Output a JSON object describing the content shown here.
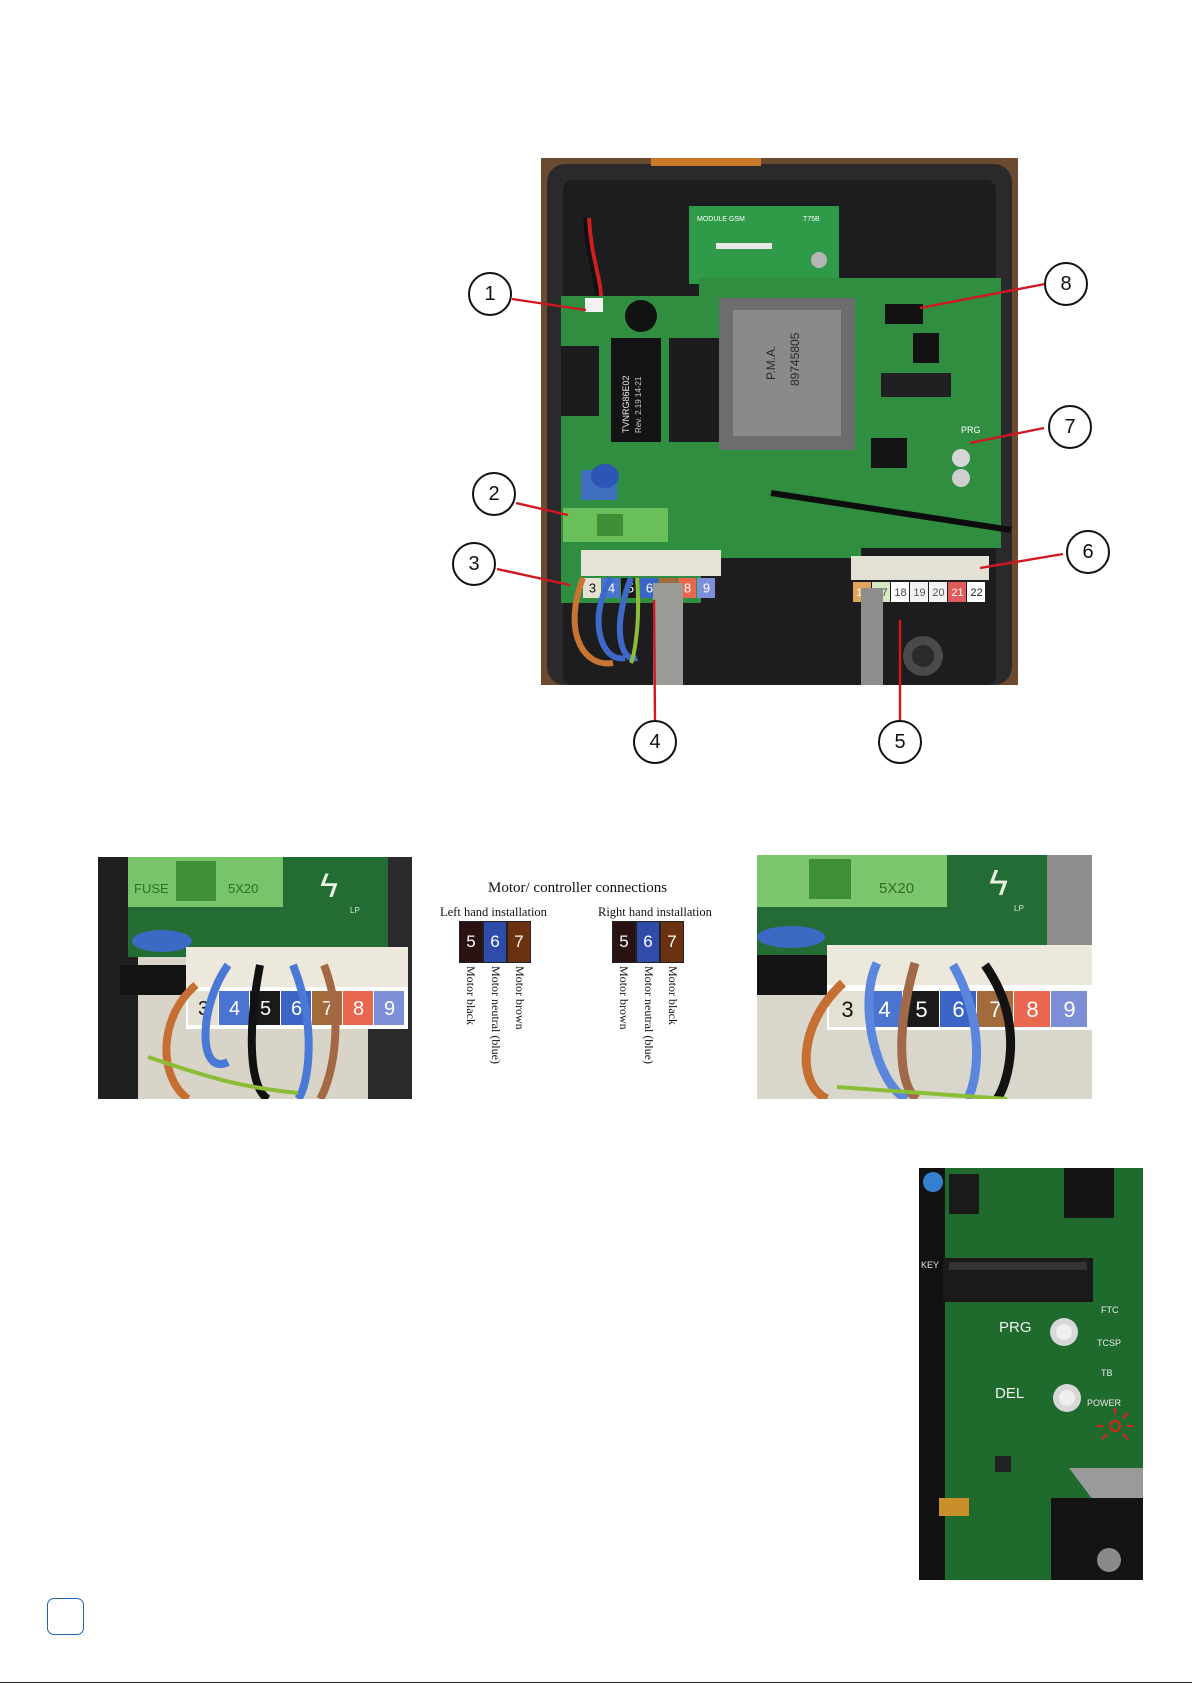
{
  "main_photo": {
    "callouts": [
      "1",
      "2",
      "3",
      "4",
      "5",
      "6",
      "7",
      "8"
    ],
    "module_label": "MODULE GSM",
    "module_code": "T75B",
    "transformer_brand": "P.M.A.",
    "transformer_code": "89745805",
    "relay_label": "TVNRG86E02",
    "relay_sub": "Rev. 2.19 14-21",
    "prg_label": "PRG",
    "terminals_left": [
      "3",
      "4",
      "5",
      "6",
      "7",
      "8",
      "9"
    ],
    "terminals_right": [
      "16",
      "17",
      "18",
      "19",
      "20",
      "21",
      "22"
    ]
  },
  "connections": {
    "title": "Motor/ controller connections",
    "left": {
      "heading": "Left hand installation",
      "terminals": [
        {
          "num": "5",
          "color": "#2a1212",
          "label": "Motor black"
        },
        {
          "num": "6",
          "color": "#2f4ca8",
          "label": "Motor neutral (blue)"
        },
        {
          "num": "7",
          "color": "#6a3210",
          "label": "Motor brown"
        }
      ]
    },
    "right": {
      "heading": "Right hand installation",
      "terminals": [
        {
          "num": "5",
          "color": "#2a1212",
          "label": "Motor brown"
        },
        {
          "num": "6",
          "color": "#2f4ca8",
          "label": "Motor neutral (blue)"
        },
        {
          "num": "7",
          "color": "#6a3210",
          "label": "Motor black"
        }
      ]
    }
  },
  "left_photo": {
    "fuse_label": "FUSE",
    "fuse_rating": "5X20",
    "lp_label": "LP",
    "terminals": [
      "3",
      "4",
      "5",
      "6",
      "7",
      "8",
      "9"
    ]
  },
  "right_photo": {
    "fuse_rating": "5X20",
    "lp_label": "LP",
    "terminals": [
      "3",
      "4",
      "5",
      "6",
      "7",
      "8",
      "9"
    ]
  },
  "board_photo": {
    "key_label": "KEY",
    "prg_label": "PRG",
    "del_label": "DEL",
    "led_labels": [
      "FTC",
      "TCSP",
      "TB",
      "POWER"
    ]
  }
}
